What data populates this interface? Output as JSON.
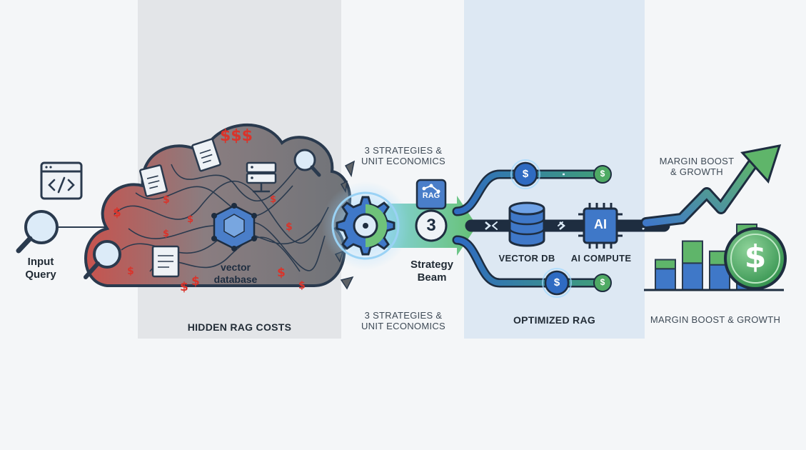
{
  "input": {
    "label_line1": "Input",
    "label_line2": "Query"
  },
  "cloud": {
    "dollars_top": "$$$",
    "db_label_line1": "vector",
    "db_label_line2": "database",
    "cost_symbol": "$"
  },
  "hidden_costs": {
    "caption": "HIDDEN RAG COSTS"
  },
  "strategy": {
    "top_line1": "3 STRATEGIES &",
    "top_line2": "UNIT ECONOMICS",
    "rag_badge": "RAG",
    "number": "3",
    "beam_line1": "Strategy",
    "beam_line2": "Beam",
    "bottom_line1": "3 STRATEGIES &",
    "bottom_line2": "UNIT ECONOMICS"
  },
  "optimized": {
    "caption": "OPTIMIZED RAG",
    "vector_db_label": "VECTOR DB",
    "ai_chip_text": "AI",
    "ai_compute_label": "AI COMPUTE",
    "coin_symbol": "$"
  },
  "growth": {
    "top_line1": "MARGIN BOOST",
    "top_line2": "& GROWTH",
    "bottom_caption": "MARGIN BOOST & GROWTH",
    "coin_symbol": "$",
    "bars": [
      {
        "total": 0.36,
        "top_share": 0.3
      },
      {
        "total": 0.58,
        "top_share": 0.45
      },
      {
        "total": 0.46,
        "top_share": 0.35
      },
      {
        "total": 0.78,
        "top_share": 0.4
      }
    ]
  },
  "colors": {
    "red": "#d9342b",
    "blue": "#3f78c8",
    "green": "#5fb56a",
    "navy": "#2a3a4e"
  }
}
